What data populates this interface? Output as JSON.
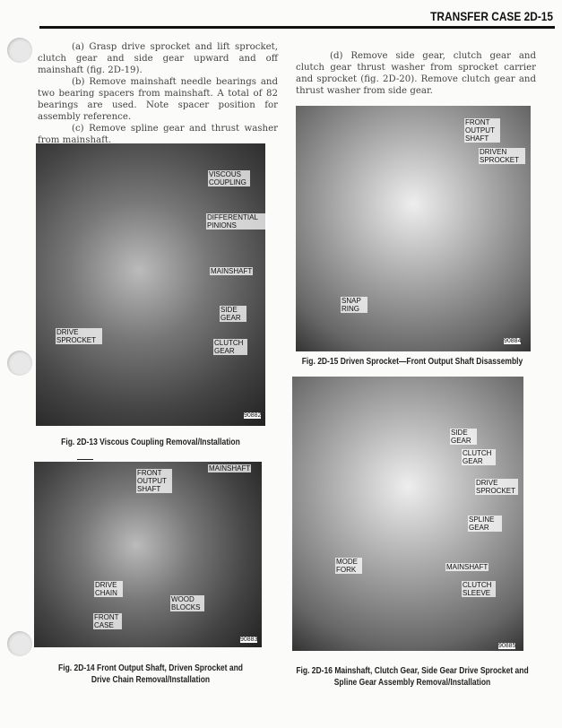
{
  "header": {
    "title": "TRANSFER CASE 2D-15"
  },
  "left_text": [
    "(a) Grasp drive sprocket and lift sprocket, clutch gear and side gear upward and off mainshaft (fig. 2D-19).",
    "(b) Remove mainshaft needle bearings and two bearing spacers from mainshaft. A total of 82 bearings are used. Note spacer position for assembly reference.",
    "(c) Remove spline gear and thrust washer from mainshaft."
  ],
  "right_text": [
    "(d) Remove side gear, clutch gear and clutch gear thrust washer from sprocket carrier and sprocket (fig. 2D-20). Remove clutch gear and thrust washer from side gear."
  ],
  "figures": {
    "f13": {
      "caption": "Fig. 2D-13   Viscous Coupling Removal/Installation",
      "number": "90882",
      "labels": [
        "VISCOUS COUPLING",
        "DIFFERENTIAL PINIONS",
        "MAINSHAFT",
        "SIDE GEAR",
        "CLUTCH GEAR",
        "DRIVE SPROCKET"
      ]
    },
    "f15": {
      "caption": "Fig. 2D-15   Driven Sprocket—Front Output Shaft Disassembly",
      "number": "90884",
      "labels": [
        "FRONT OUTPUT SHAFT",
        "DRIVEN SPROCKET",
        "SNAP RING"
      ]
    },
    "f14": {
      "caption_1": "Fig. 2D-14   Front Output Shaft, Driven Sprocket and",
      "caption_2": "Drive Chain Removal/Installation",
      "number": "90883",
      "labels": [
        "FRONT OUTPUT SHAFT",
        "MAINSHAFT",
        "DRIVE CHAIN",
        "WOOD BLOCKS",
        "FRONT CASE"
      ]
    },
    "f16": {
      "caption_1": "Fig. 2D-16   Mainshaft, Clutch Gear, Side Gear Drive Sprocket and",
      "caption_2": "Spline Gear Assembly Removal/Installation",
      "number": "90885",
      "labels": [
        "SIDE GEAR",
        "CLUTCH GEAR",
        "DRIVE SPROCKET",
        "SPLINE GEAR",
        "MODE FORK",
        "MAINSHAFT",
        "CLUTCH SLEEVE"
      ]
    }
  }
}
